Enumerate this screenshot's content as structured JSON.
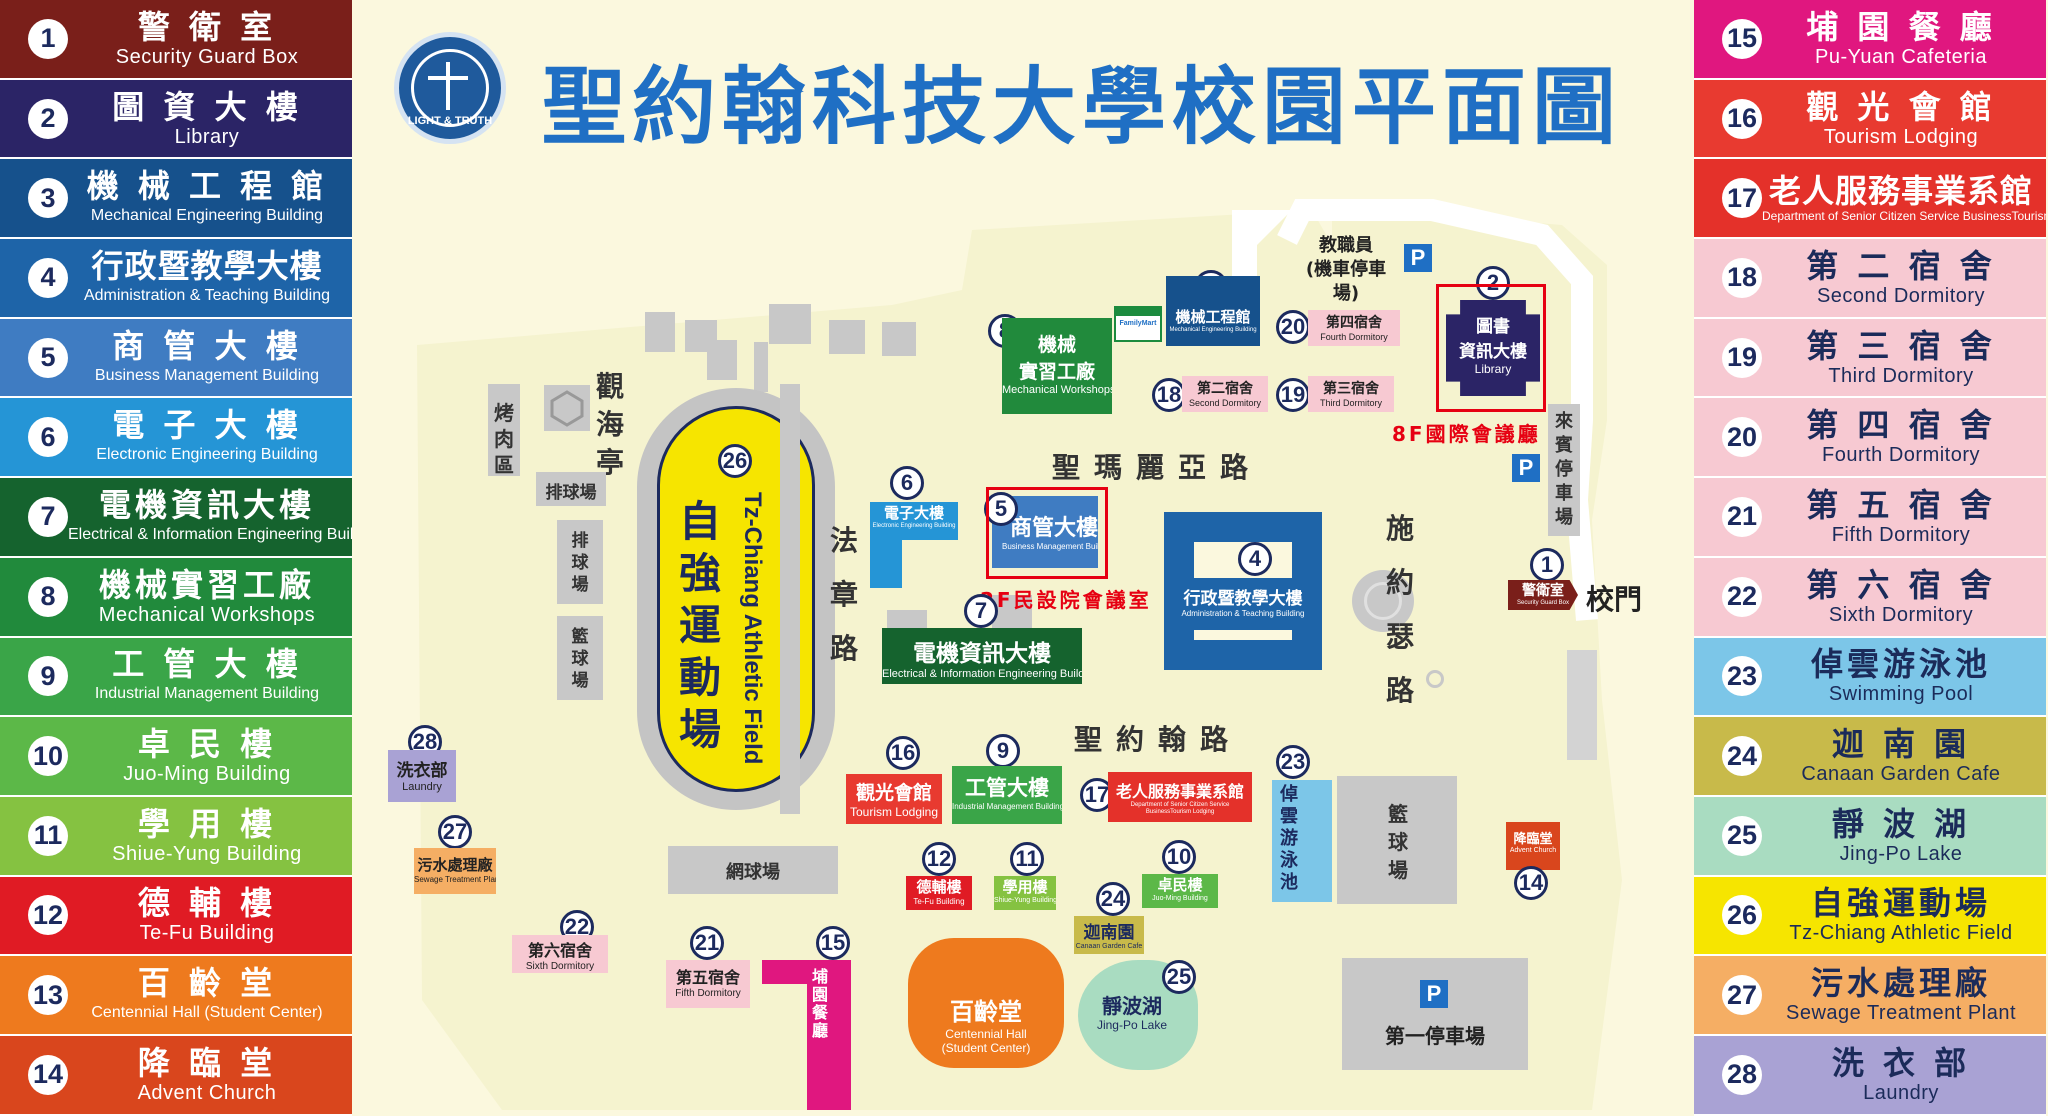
{
  "title": "聖約翰科技大學校園平面圖",
  "seal_text": "LIGHT & TRUTH",
  "legend_left": [
    {
      "num": "1",
      "zh": "警 衛 室",
      "en": "Security Guard Box",
      "color": "#7a1f1a"
    },
    {
      "num": "2",
      "zh": "圖 資 大 樓",
      "en": "Library",
      "color": "#2b2466"
    },
    {
      "num": "3",
      "zh": "機 械 工 程 館",
      "en": "Mechanical Engineering Building",
      "color": "#16518c"
    },
    {
      "num": "4",
      "zh": "行政暨教學大樓",
      "en": "Administration & Teaching Building",
      "color": "#1e64a8"
    },
    {
      "num": "5",
      "zh": "商 管 大 樓",
      "en": "Business Management Building",
      "color": "#3f7cc2"
    },
    {
      "num": "6",
      "zh": "電 子 大 樓",
      "en": "Electronic Engineering Building",
      "color": "#2595d6"
    },
    {
      "num": "7",
      "zh": "電機資訊大樓",
      "en": "Electrical & Information Engineering Building",
      "color": "#15632e"
    },
    {
      "num": "8",
      "zh": "機械實習工廠",
      "en": "Mechanical Workshops",
      "color": "#218a3c"
    },
    {
      "num": "9",
      "zh": "工 管 大 樓",
      "en": "Industrial Management Building",
      "color": "#3aa548"
    },
    {
      "num": "10",
      "zh": "卓 民 樓",
      "en": "Juo-Ming Building",
      "color": "#5cb848"
    },
    {
      "num": "11",
      "zh": "學 用 樓",
      "en": "Shiue-Yung Building",
      "color": "#85c241"
    },
    {
      "num": "12",
      "zh": "德 輔 樓",
      "en": "Te-Fu Building",
      "color": "#e01b24"
    },
    {
      "num": "13",
      "zh": "百 齡 堂",
      "en": "Centennial Hall (Student Center)",
      "color": "#ee7a1e"
    },
    {
      "num": "14",
      "zh": "降 臨 堂",
      "en": "Advent Church",
      "color": "#d9461d"
    }
  ],
  "legend_right": [
    {
      "num": "15",
      "zh": "埔 園 餐 廳",
      "en": "Pu-Yuan Cafeteria",
      "color": "#e0177f",
      "light": false
    },
    {
      "num": "16",
      "zh": "觀 光 會 館",
      "en": "Tourism Lodging",
      "color": "#e83a30",
      "light": false
    },
    {
      "num": "17",
      "zh": "老人服務事業系館",
      "en": "Department of Senior Citizen Service BusinessTourism Lodging",
      "color": "#e4312a",
      "light": false
    },
    {
      "num": "18",
      "zh": "第 二 宿 舍",
      "en": "Second Dormitory",
      "color": "#f7c9d2",
      "light": true
    },
    {
      "num": "19",
      "zh": "第 三 宿 舍",
      "en": "Third Dormitory",
      "color": "#f7c9d2",
      "light": true
    },
    {
      "num": "20",
      "zh": "第 四 宿 舍",
      "en": "Fourth Dormitory",
      "color": "#f7c9d2",
      "light": true
    },
    {
      "num": "21",
      "zh": "第 五 宿 舍",
      "en": "Fifth Dormitory",
      "color": "#f7c9d2",
      "light": true
    },
    {
      "num": "22",
      "zh": "第 六 宿 舍",
      "en": "Sixth Dormitory",
      "color": "#f7c9d2",
      "light": true
    },
    {
      "num": "23",
      "zh": "倬雲游泳池",
      "en": "Swimming Pool",
      "color": "#7cc6e8",
      "light": true
    },
    {
      "num": "24",
      "zh": "迦 南 園",
      "en": "Canaan Garden Cafe",
      "color": "#c8ba4a",
      "light": true
    },
    {
      "num": "25",
      "zh": "靜 波 湖",
      "en": "Jing-Po Lake",
      "color": "#a9dcc1",
      "light": true
    },
    {
      "num": "26",
      "zh": "自強運動場",
      "en": "Tz-Chiang Athletic Field",
      "color": "#f6e500",
      "light": true
    },
    {
      "num": "27",
      "zh": "污水處理廠",
      "en": "Sewage Treatment Plant",
      "color": "#f5ae64",
      "light": true
    },
    {
      "num": "28",
      "zh": "洗 衣 部",
      "en": "Laundry",
      "color": "#a9a2d4",
      "light": true
    }
  ],
  "map": {
    "roads": {
      "shengmaria": "聖瑪麗亞路",
      "shengyuehan": "聖約翰路",
      "fazhang": "法章路",
      "shiyuese": "施約瑟路"
    },
    "staff_parking": "教職員\n(機車停車場)",
    "guest_parking": "來賓停車場",
    "parking_1": "第一停車場",
    "gate": "校門",
    "pavilion": "觀海亭",
    "bbq": "烤肉區",
    "volleyball": "排球場",
    "volleyball_v": "排球場",
    "basketball_v": "籃球場",
    "basketball_2": "籃球場",
    "tennis": "網球場",
    "familymart": "FamilyMart",
    "note_8f": "8F國際會議廳",
    "note_2f": "2F民設院會議室",
    "parking_p": "P",
    "buildings": {
      "b1": {
        "num": "1",
        "zh": "警衛室",
        "en": "Security Guard Box"
      },
      "b2": {
        "num": "2",
        "zh1": "圖書",
        "zh2": "資訊大樓",
        "en": "Library"
      },
      "b3": {
        "num": "3",
        "zh": "機械工程館",
        "en": "Mechanical Engineering Building"
      },
      "b4": {
        "num": "4",
        "zh": "行政暨教學大樓",
        "en": "Administration & Teaching Building"
      },
      "b5": {
        "num": "5",
        "zh": "商管大樓",
        "en": "Business Management Building"
      },
      "b6": {
        "num": "6",
        "zh": "電子大樓",
        "en": "Electronic Engineering Building"
      },
      "b7": {
        "num": "7",
        "zh": "電機資訊大樓",
        "en": "Electrical & Information Engineering Building"
      },
      "b8": {
        "num": "8",
        "zh1": "機械",
        "zh2": "實習工廠",
        "en": "Mechanical Workshops"
      },
      "b9": {
        "num": "9",
        "zh": "工管大樓",
        "en": "Industrial Management Building"
      },
      "b10": {
        "num": "10",
        "zh": "卓民樓",
        "en": "Juo-Ming Building"
      },
      "b11": {
        "num": "11",
        "zh": "學用樓",
        "en": "Shiue-Yung Building"
      },
      "b12": {
        "num": "12",
        "zh": "德輔樓",
        "en": "Te-Fu Building"
      },
      "b13": {
        "num": "13",
        "zh": "百齡堂",
        "en1": "Centennial Hall",
        "en2": "(Student Center)"
      },
      "b14": {
        "num": "14",
        "zh": "降臨堂",
        "en": "Advent Church"
      },
      "b15": {
        "num": "15",
        "zh": "埔園餐廳",
        "en": "Pu-Yuan Cafeteria"
      },
      "b16": {
        "num": "16",
        "zh": "觀光會館",
        "en": "Tourism Lodging"
      },
      "b17": {
        "num": "17",
        "zh": "老人服務事業系館",
        "en": "Department of Senior Citizen Service BusinessTourism Lodging"
      },
      "b18": {
        "num": "18",
        "zh": "第二宿舍",
        "en": "Second Dormitory"
      },
      "b19": {
        "num": "19",
        "zh": "第三宿舍",
        "en": "Third Dormitory"
      },
      "b20": {
        "num": "20",
        "zh": "第四宿舍",
        "en": "Fourth Dormitory"
      },
      "b21": {
        "num": "21",
        "zh": "第五宿舍",
        "en": "Fifth Dormitory"
      },
      "b22": {
        "num": "22",
        "zh": "第六宿舍",
        "en": "Sixth Dormitory"
      },
      "b23": {
        "num": "23",
        "zh": "倬雲游泳池",
        "en": "Swimming Pool"
      },
      "b24": {
        "num": "24",
        "zh": "迦南園",
        "en": "Canaan Garden Cafe"
      },
      "b25": {
        "num": "25",
        "zh": "靜波湖",
        "en": "Jing-Po Lake"
      },
      "b26": {
        "num": "26",
        "zh": "自強運動場",
        "en": "Tz-Chiang Athletic Field"
      },
      "b27": {
        "num": "27",
        "zh": "污水處理廠",
        "en": "Sewage Treatment Plant"
      },
      "b28": {
        "num": "28",
        "zh": "洗衣部",
        "en": "Laundry"
      }
    }
  }
}
